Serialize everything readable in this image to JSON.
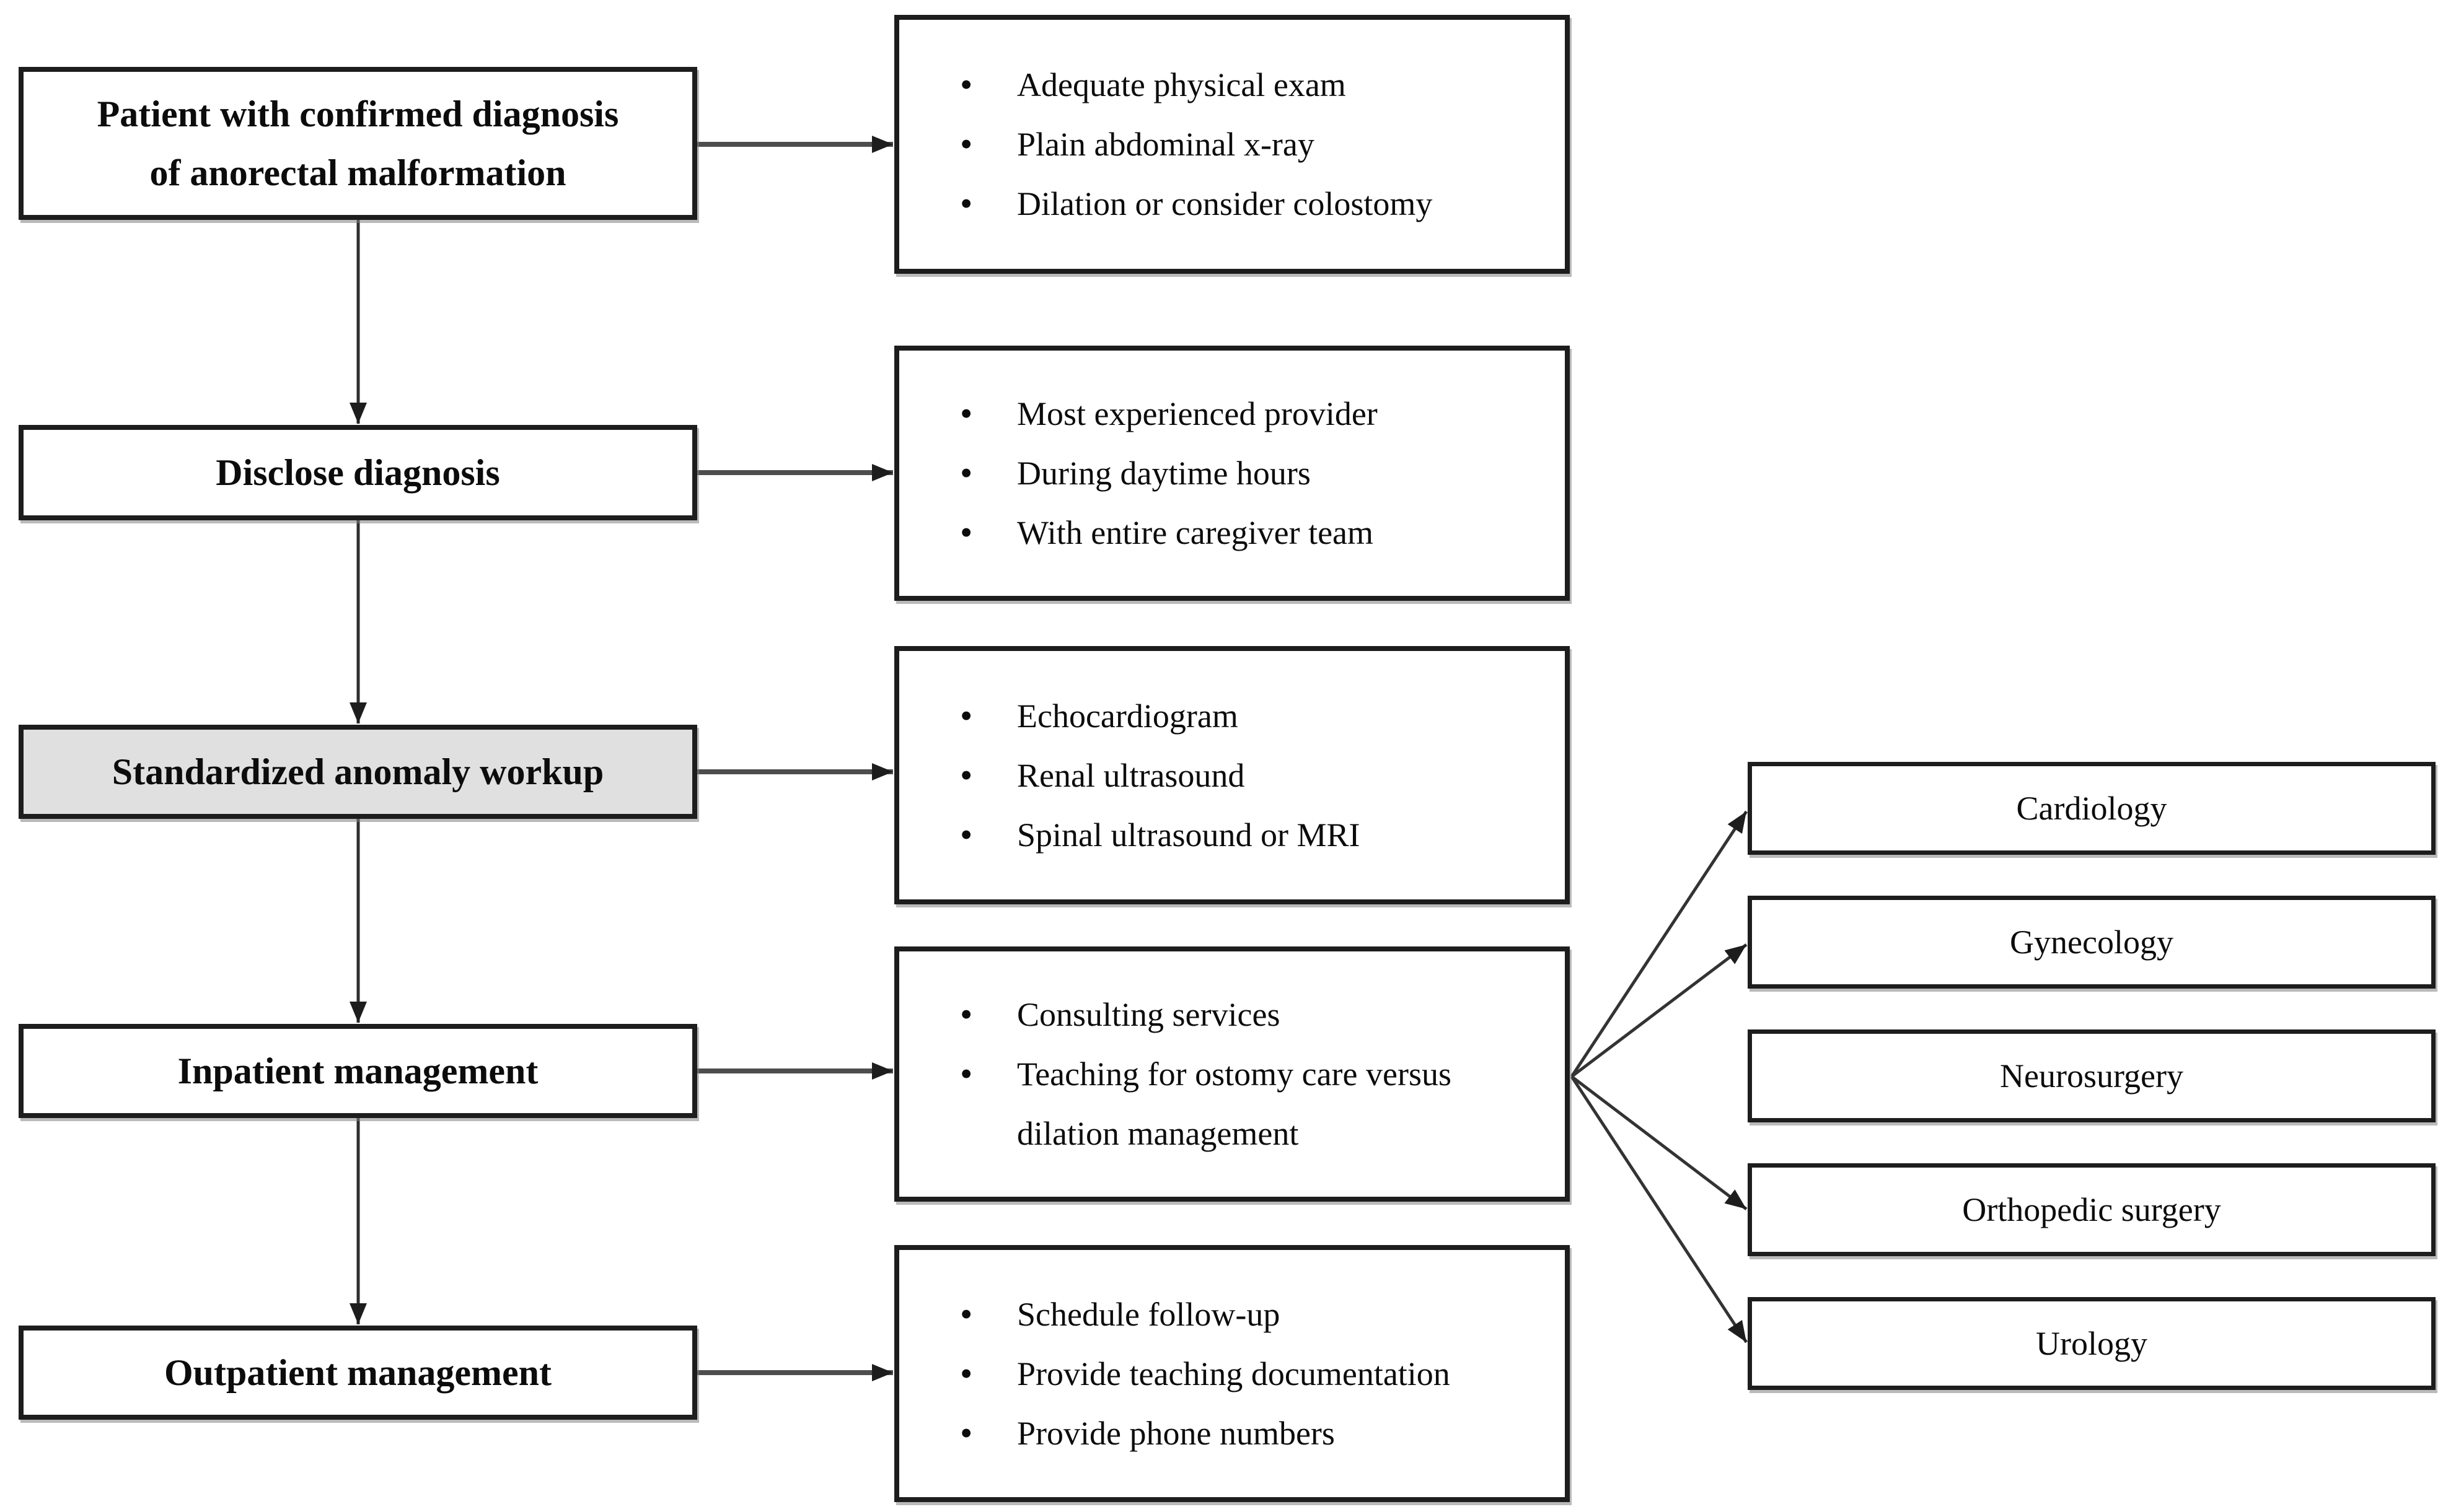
{
  "diagram": {
    "stages": [
      {
        "id": "patient-diagnosis",
        "lines": [
          "Patient with confirmed diagnosis",
          "of anorectal malformation"
        ],
        "highlighted": false,
        "details": [
          "Adequate physical exam",
          "Plain abdominal x-ray",
          "Dilation or consider colostomy"
        ]
      },
      {
        "id": "disclose-diagnosis",
        "lines": [
          "Disclose diagnosis"
        ],
        "highlighted": false,
        "details": [
          "Most experienced provider",
          "During daytime hours",
          "With entire caregiver team"
        ]
      },
      {
        "id": "anomaly-workup",
        "lines": [
          "Standardized anomaly workup"
        ],
        "highlighted": true,
        "details": [
          "Echocardiogram",
          "Renal ultrasound",
          "Spinal ultrasound or MRI"
        ]
      },
      {
        "id": "inpatient-management",
        "lines": [
          "Inpatient management"
        ],
        "highlighted": false,
        "details": [
          "Consulting services",
          "Teaching for ostomy care versus dilation management"
        ]
      },
      {
        "id": "outpatient-management",
        "lines": [
          "Outpatient management"
        ],
        "highlighted": false,
        "details": [
          "Schedule follow-up",
          "Provide teaching documentation",
          "Provide phone numbers"
        ]
      }
    ],
    "specialties": [
      "Cardiology",
      "Gynecology",
      "Neurosurgery",
      "Orthopedic surgery",
      "Urology"
    ],
    "colors": {
      "box_fill": "#ffffff",
      "highlight_fill": "#e0e0e0",
      "border": "#1d1d1d",
      "flow_line": "#2e2e2e",
      "link_line": "#4d4d4d"
    }
  }
}
